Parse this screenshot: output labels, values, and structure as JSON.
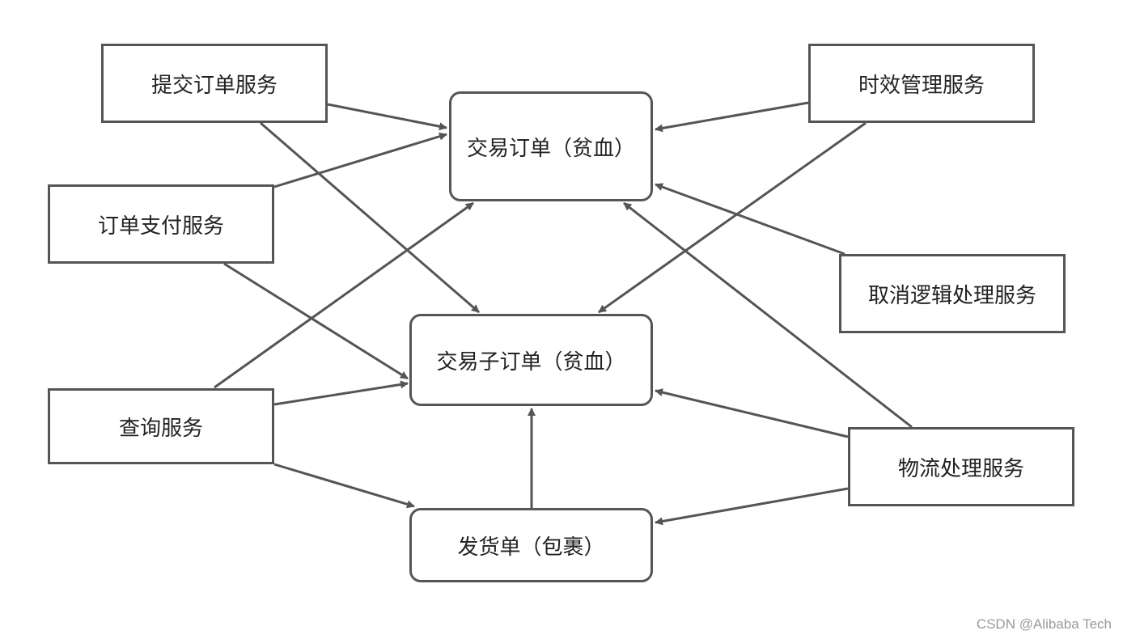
{
  "nodes": {
    "submit_order_service": "提交订单服务",
    "order_payment_service": "订单支付服务",
    "query_service": "查询服务",
    "timeliness_service": "时效管理服务",
    "cancel_logic_service": "取消逻辑处理服务",
    "logistics_service": "物流处理服务",
    "trade_order": "交易订单（贫血）",
    "trade_sub_order": "交易子订单（贫血）",
    "delivery_order": "发货单（包裹）"
  },
  "edges": [
    {
      "from": "submit_order_service",
      "to": "trade_order"
    },
    {
      "from": "submit_order_service",
      "to": "trade_sub_order"
    },
    {
      "from": "order_payment_service",
      "to": "trade_order"
    },
    {
      "from": "order_payment_service",
      "to": "trade_sub_order"
    },
    {
      "from": "query_service",
      "to": "trade_order"
    },
    {
      "from": "query_service",
      "to": "trade_sub_order"
    },
    {
      "from": "query_service",
      "to": "delivery_order"
    },
    {
      "from": "timeliness_service",
      "to": "trade_order"
    },
    {
      "from": "timeliness_service",
      "to": "trade_sub_order"
    },
    {
      "from": "cancel_logic_service",
      "to": "trade_order"
    },
    {
      "from": "logistics_service",
      "to": "trade_order"
    },
    {
      "from": "logistics_service",
      "to": "trade_sub_order"
    },
    {
      "from": "logistics_service",
      "to": "delivery_order"
    },
    {
      "from": "delivery_order",
      "to": "trade_sub_order"
    }
  ],
  "colors": {
    "stroke": "#555555",
    "text": "#222222",
    "watermark": "#9a9a9a"
  },
  "watermark": "CSDN @Alibaba Tech"
}
